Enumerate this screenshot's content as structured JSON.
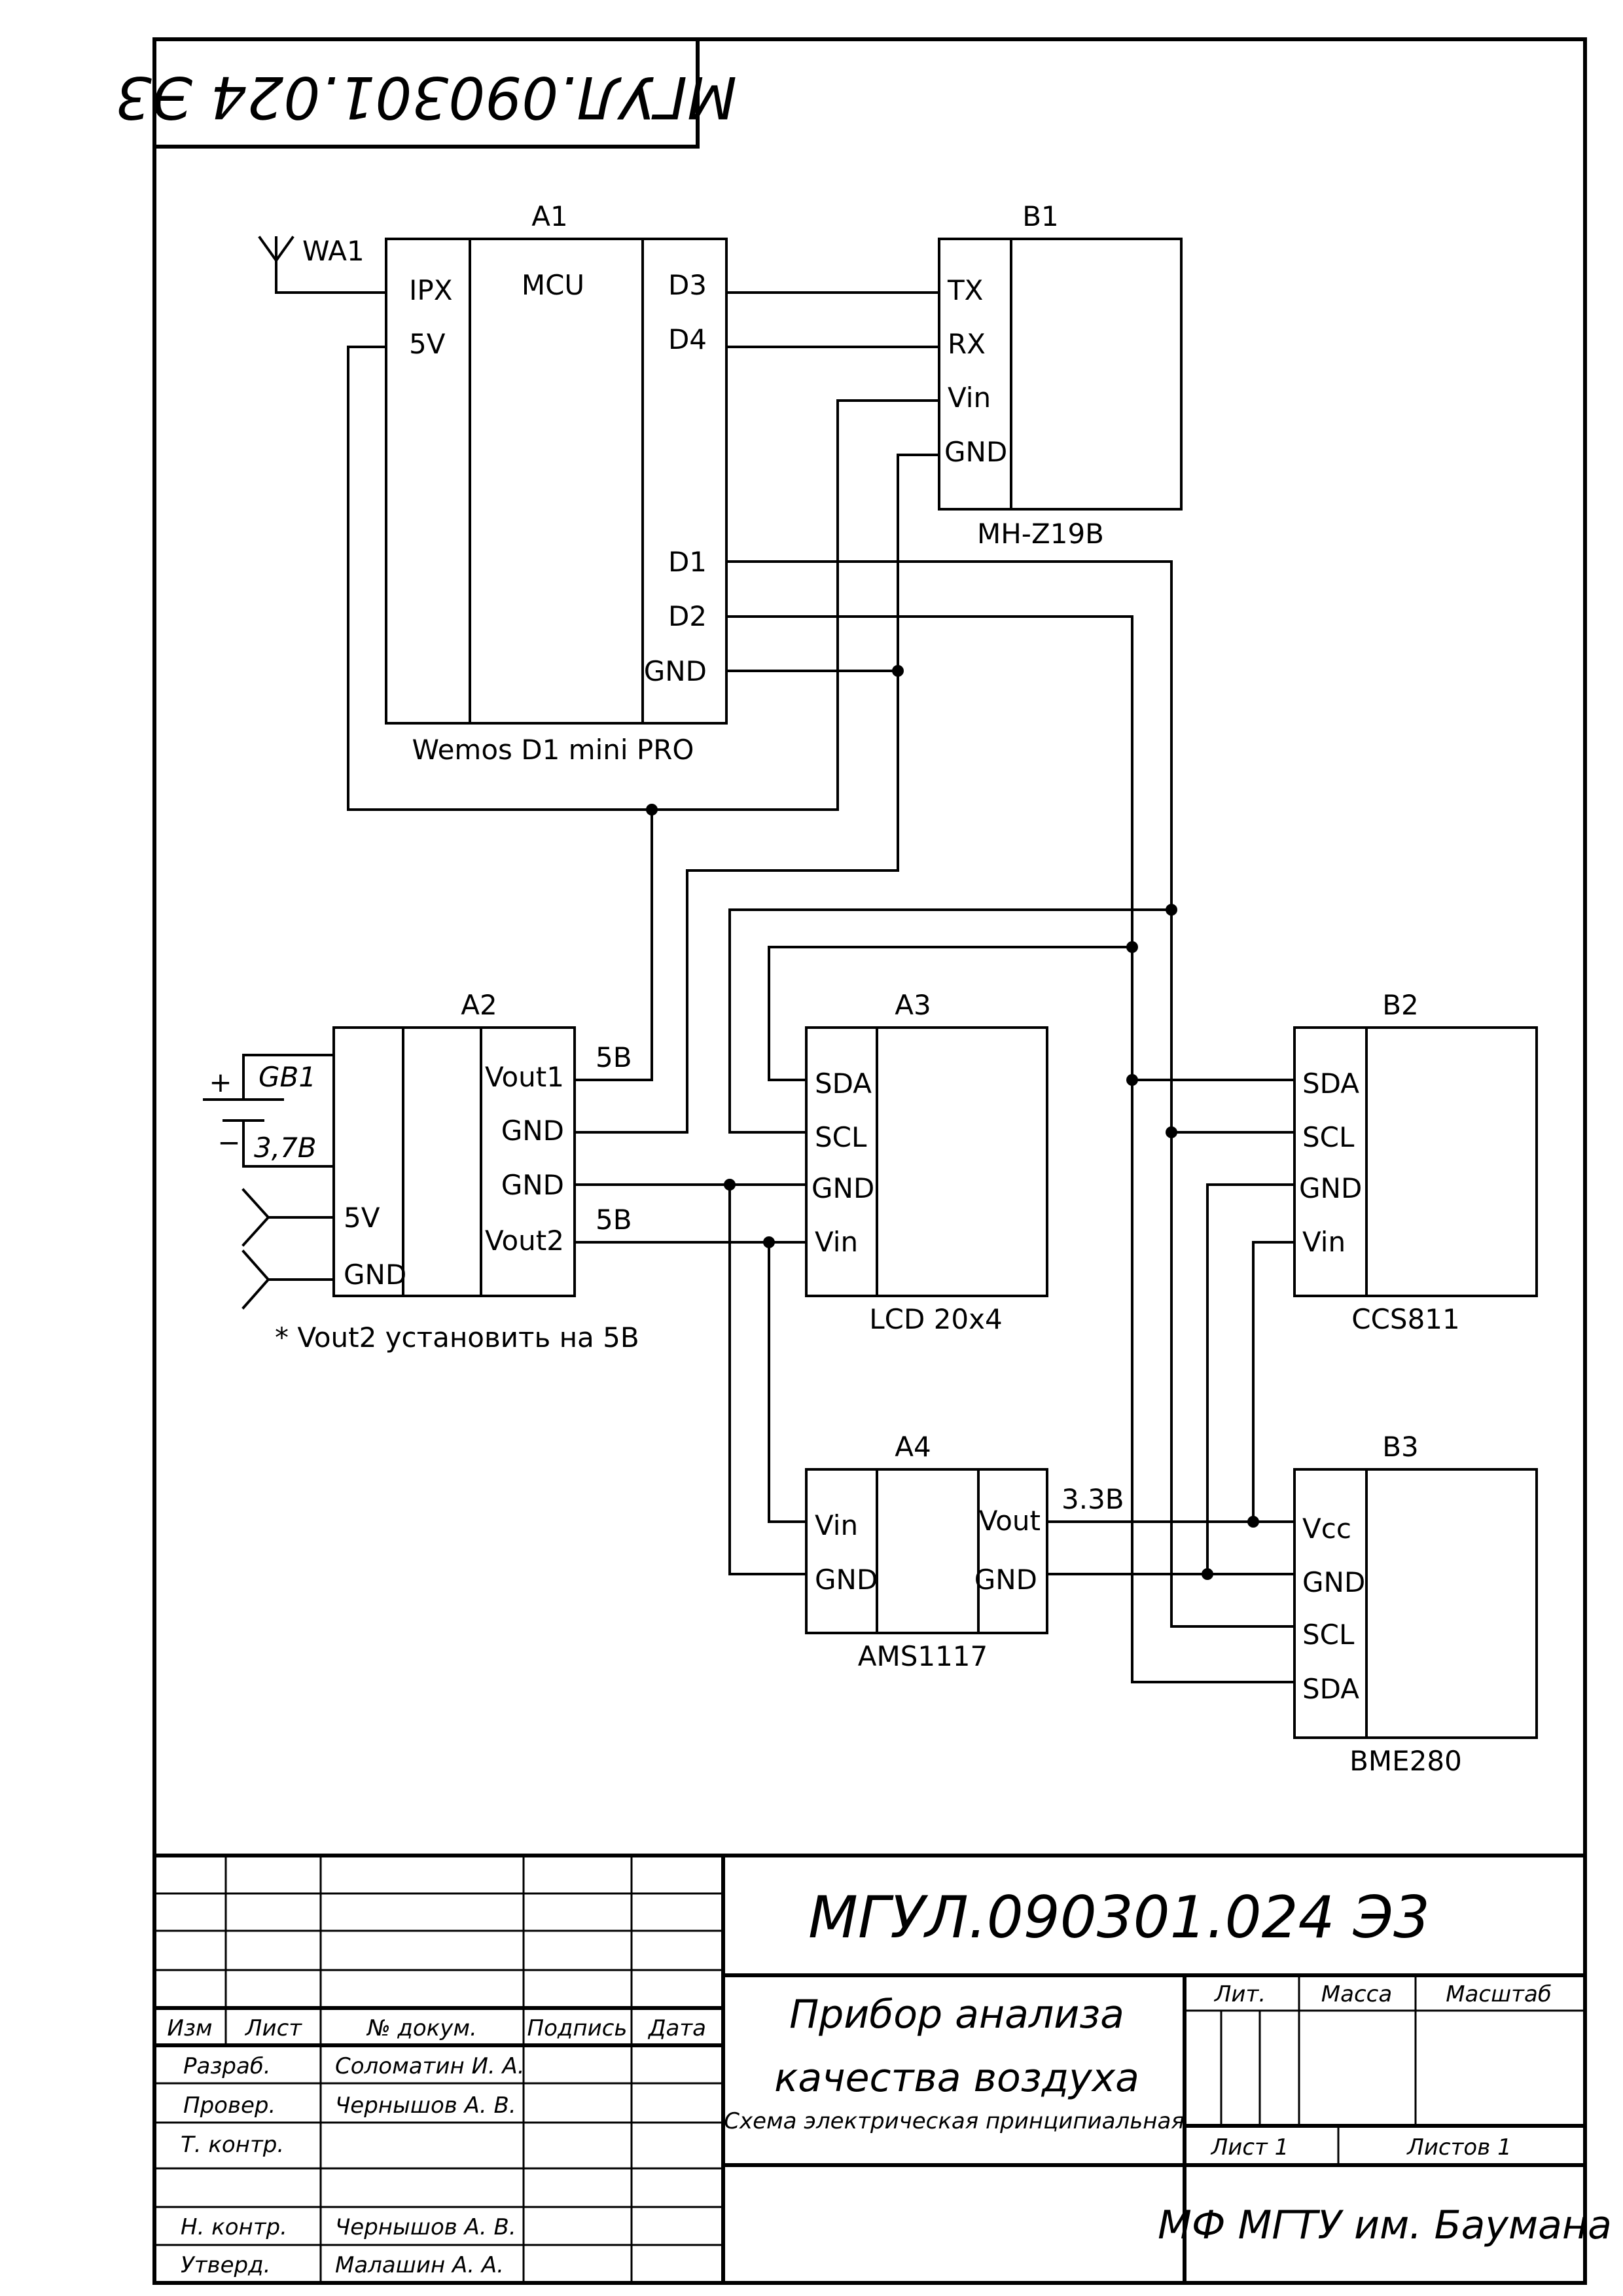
{
  "stamp_top": "МГУЛ.090301.024 Э3",
  "components": {
    "a1": {
      "ref": "A1",
      "name": "Wemos D1 mini PRO",
      "core": "MCU",
      "left_pins": [
        "IPX",
        "5V"
      ],
      "right_pins": [
        "D3",
        "D4",
        "D1",
        "D2",
        "GND"
      ]
    },
    "b1": {
      "ref": "B1",
      "name": "MH-Z19B",
      "pins": [
        "TX",
        "RX",
        "Vin",
        "GND"
      ]
    },
    "wa1": {
      "ref": "WA1"
    },
    "a2": {
      "ref": "A2",
      "left_pins": [
        "5V",
        "GND"
      ],
      "right_pins": [
        "Vout1",
        "GND",
        "GND",
        "Vout2"
      ],
      "note": "* Vout2 установить на 5В"
    },
    "gb1": {
      "ref": "GB1",
      "voltage": "3,7В",
      "plus": "+",
      "minus": "−"
    },
    "a3": {
      "ref": "A3",
      "name": "LCD 20x4",
      "pins": [
        "SDA",
        "SCL",
        "GND",
        "Vin"
      ]
    },
    "a4": {
      "ref": "A4",
      "name": "AMS1117",
      "left_pins": [
        "Vin",
        "GND"
      ],
      "right_pins": [
        "Vout",
        "GND"
      ]
    },
    "b2": {
      "ref": "B2",
      "name": "CCS811",
      "pins": [
        "SDA",
        "SCL",
        "GND",
        "Vin"
      ]
    },
    "b3": {
      "ref": "B3",
      "name": "BME280",
      "pins": [
        "Vcc",
        "GND",
        "SCL",
        "SDA"
      ]
    }
  },
  "net_labels": {
    "v5_a": "5В",
    "v5_b": "5В",
    "v33": "3.3В"
  },
  "title_block": {
    "doc_code": "МГУЛ.090301.024 Э3",
    "title_line1": "Прибор анализа",
    "title_line2": "качества воздуха",
    "subtitle": "Схема электрическая принципиальная",
    "col_headers": [
      "Изм",
      "Лист",
      "№ докум.",
      "Подпись",
      "Дата"
    ],
    "rows": [
      {
        "role": "Разраб.",
        "name": "Соломатин И. А."
      },
      {
        "role": "Провер.",
        "name": "Чернышов А. В."
      },
      {
        "role": "Т. контр.",
        "name": ""
      },
      {
        "role": "",
        "name": ""
      },
      {
        "role": "Н. контр.",
        "name": "Чернышов А. В."
      },
      {
        "role": "Утверд.",
        "name": "Малашин А. А."
      }
    ],
    "lit": "Лит.",
    "mass": "Масса",
    "scale": "Масштаб",
    "sheet": "Лист 1",
    "sheets": "Листов 1",
    "org": "МФ МГТУ им. Баумана"
  }
}
